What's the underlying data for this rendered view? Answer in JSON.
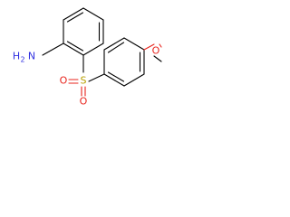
{
  "molecule": {
    "atoms": {
      "amine_h": "H",
      "amine_h_count": "2",
      "amine_n": "N",
      "sulfur": "S",
      "sulfonyl_o": "O",
      "sulfonyl_o_lower": "O",
      "methoxy_o": "O"
    },
    "colors": {
      "carbon_bond": "#000000",
      "nitrogen": "#3030e0",
      "sulfur": "#b8a000",
      "oxygen": "#e8241c"
    }
  }
}
